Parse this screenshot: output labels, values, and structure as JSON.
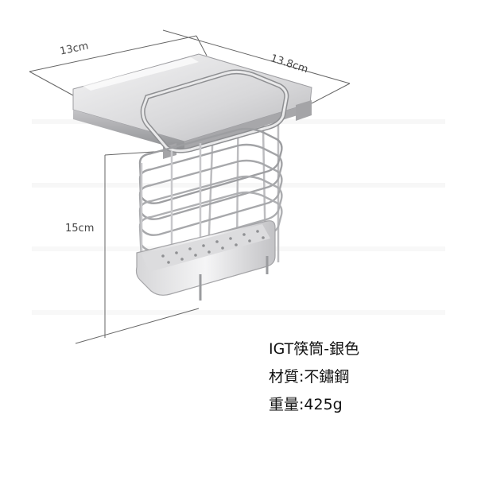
{
  "dimensions": {
    "width": "13cm",
    "depth": "13.8cm",
    "height": "15cm"
  },
  "specs": {
    "name": "IGT筷筒-銀色",
    "material": "材質:不鏽鋼",
    "weight": "重量:425g"
  },
  "colors": {
    "steel_light": "#e9e9ea",
    "steel_mid": "#c9c9cb",
    "steel_dark": "#8e8f92",
    "dimension_line": "#555555"
  }
}
